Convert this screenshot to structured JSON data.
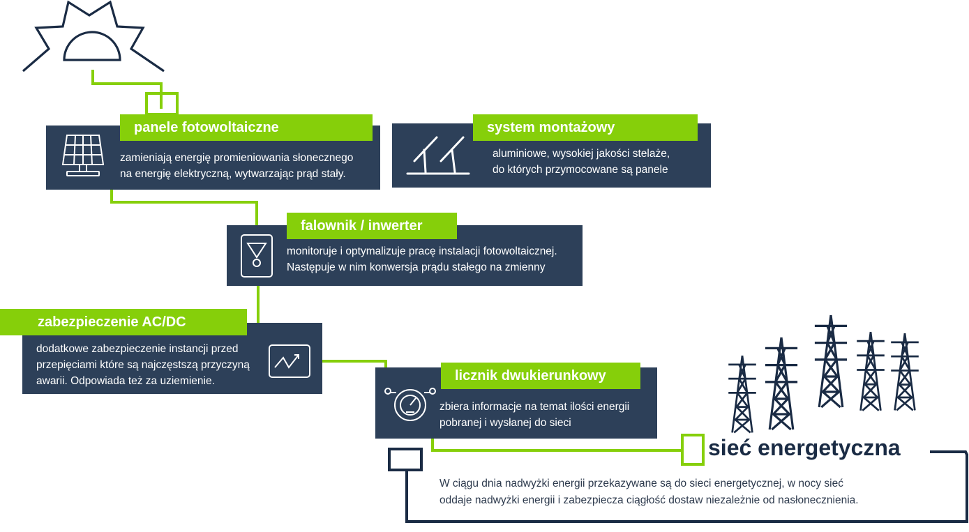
{
  "sections": {
    "panels": {
      "title": "panele fotowoltaiczne",
      "line1": "zamieniają energię promieniowania słonecznego",
      "line2": "na energię elektryczną, wytwarzając prąd stały.",
      "icon": "solar-panel-icon"
    },
    "mounting": {
      "title": "system montażowy",
      "line1": "aluminiowe, wysokiej jakości stelaże,",
      "line2": "do których przymocowane są panele",
      "icon": "mounting-frame-icon"
    },
    "inverter": {
      "title": "falownik / inwerter",
      "line1": "monitoruje i optymalizuje pracę instalacji fotowoltaicznej.",
      "line2": "Następuje w nim konwersja prądu stałego na zmienny",
      "icon": "inverter-icon"
    },
    "protection": {
      "title": "zabezpieczenie AC/DC",
      "line1": "dodatkowe zabezpieczenie instancji przed",
      "line2": "przepięciami które są najczęstszą przyczyną",
      "line3": "awarii. Odpowiada też za uziemienie.",
      "icon": "ac-dc-protection-icon"
    },
    "meter": {
      "title": "licznik dwukierunkowy",
      "line1": "zbiera informacje na temat ilości energii",
      "line2": "pobranej i wysłanej do sieci",
      "icon": "bidirectional-meter-icon"
    },
    "grid": {
      "title": "sieć energetyczna",
      "line1": "W ciągu dnia nadwyżki energii przekazywane są do sieci energetycznej, w nocy sieć",
      "line2": "oddaje nadwyżki energii i zabezpiecza ciągłość dostaw niezależnie od nasłonecznienia.",
      "icon": "power-pylon-icon"
    }
  },
  "colors": {
    "card_bg": "#2d4059",
    "accent_green": "#86cf0a",
    "dark_navy": "#1a2b44",
    "text_white": "#ffffff"
  }
}
